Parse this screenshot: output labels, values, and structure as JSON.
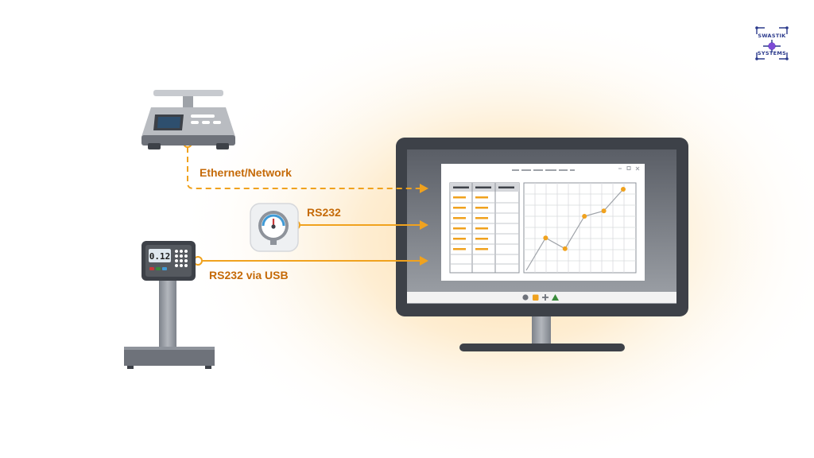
{
  "brand": {
    "line1": "SWASTIK",
    "line2": "SYSTEMS",
    "color": "#2b3a8c"
  },
  "connections": [
    {
      "label": "Ethernet/Network",
      "style": "dashed"
    },
    {
      "label": "RS232",
      "style": "solid"
    },
    {
      "label": "RS232 via USB",
      "style": "solid"
    }
  ],
  "devices": {
    "bench_scale": {
      "icon": "bench-scale-icon"
    },
    "pressure_gauge": {
      "icon": "pressure-gauge-icon"
    },
    "weighing_indicator": {
      "icon": "weighing-indicator-icon",
      "display_value": "0.12"
    }
  },
  "monitor": {
    "icon": "computer-monitor-icon",
    "chart_points": [
      {
        "x": 0,
        "y": 0
      },
      {
        "x": 1,
        "y": 3
      },
      {
        "x": 2,
        "y": 2
      },
      {
        "x": 3,
        "y": 5
      },
      {
        "x": 4,
        "y": 5.5
      },
      {
        "x": 5,
        "y": 7.5
      }
    ]
  },
  "colors": {
    "accent": "#f0a21e",
    "label": "#c56a08",
    "device_dark": "#4a4f57",
    "device_gray": "#8e939b",
    "glow": "#fde4b8"
  }
}
